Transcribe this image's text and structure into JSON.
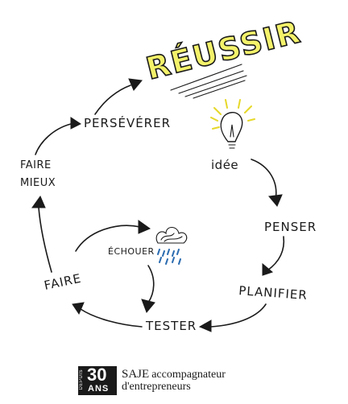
{
  "title": "RÉUSSIR",
  "steps": {
    "idee": "idée",
    "penser": "PENSER",
    "planifier": "PLANIFIER",
    "tester": "TESTER",
    "faire": "FAIRE",
    "faire_mieux_line1": "FAIRE",
    "faire_mieux_line2": "MIEUX",
    "perseverer": "PERSÉVÉRER",
    "echouer": "ÉCHOUER"
  },
  "logo": {
    "depuis": "DEPUIS",
    "years": "30",
    "ans": "ANS",
    "brand": "SAJE",
    "line1_rest": "accompagnateur",
    "line2": "d'entrepreneurs"
  },
  "colors": {
    "highlight": "#f4f26a",
    "ink": "#1a1a1a",
    "rain": "#2b6cb0"
  }
}
